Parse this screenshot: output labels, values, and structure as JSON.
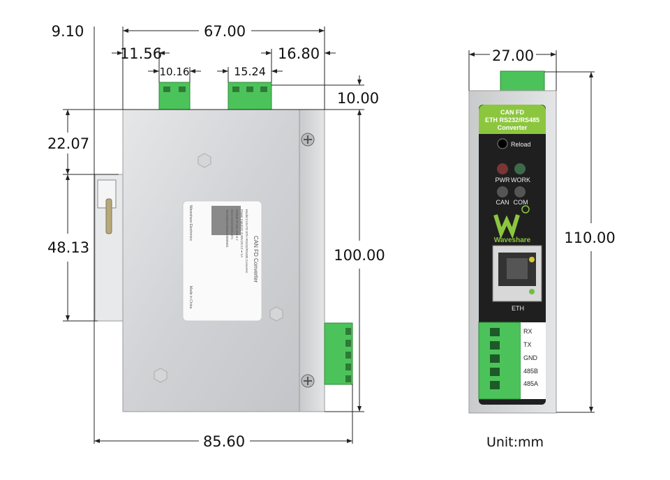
{
  "dimensions": {
    "left_offset": "9.10",
    "total_width_top": "67.00",
    "left_terminal_offset": "11.56",
    "right_terminal_offset": "16.80",
    "left_terminal_width": "10.16",
    "right_terminal_width": "15.24",
    "terminal_height": "10.00",
    "clip_top": "22.07",
    "clip_height": "48.13",
    "body_height": "100.00",
    "total_depth": "85.60",
    "front_width": "27.00",
    "front_height": "110.00"
  },
  "unit_label": "Unit:mm",
  "front_panel": {
    "title_lines": [
      "CAN FD",
      "ETH RS232/RS485",
      "Converter"
    ],
    "reload": "Reload",
    "leds": [
      "PWR",
      "WORK",
      "CAN",
      "COM"
    ],
    "brand": "Waveshare",
    "eth": "ETH",
    "terminal_labels": [
      "RX",
      "TX",
      "GND",
      "485B",
      "485A"
    ]
  },
  "sticker": {
    "title": "CAN FD Converter",
    "lines": [
      "Model:CAN FD ETH RS232/RS485 Converter",
      "Power Input:DC 9-36V,DC12 ⎓ 1A",
      "Default IP:192.168.0.7",
      "MAC:D4AD20094371",
      "SN:0300423509240000601"
    ],
    "maker": "Waveshare Electronics",
    "origin": "Made in China"
  },
  "colors": {
    "terminal_green": "#4cc35a",
    "label_green": "#8cc63f",
    "panel_dark": "#1f1f1f",
    "metal": "#d9dadc"
  }
}
